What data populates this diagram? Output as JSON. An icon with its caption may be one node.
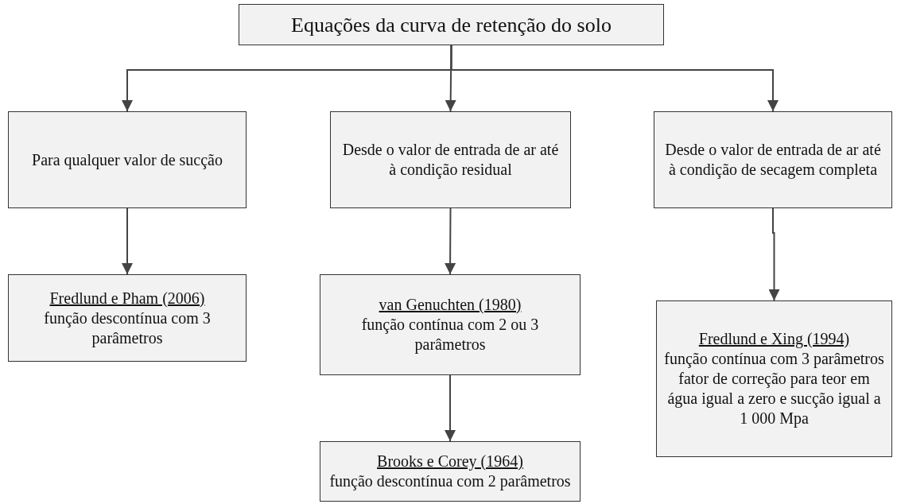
{
  "diagram": {
    "nodes": [
      {
        "text": [
          "Equações da curva de retenção do solo"
        ]
      },
      {
        "text": [
          "Para qualquer valor de sucção"
        ]
      },
      {
        "text": [
          "Desde o valor de entrada de ar até à condição residual"
        ]
      },
      {
        "text": [
          "Desde o valor de entrada de ar até à condição de secagem completa"
        ]
      },
      {
        "text": [
          "Fredlund e Pham (2006)",
          "função descontínua com 3 parâmetros"
        ]
      },
      {
        "text": [
          "van Genuchten (1980)",
          "função contínua com 2 ou 3 parâmetros"
        ]
      },
      {
        "text": [
          "Brooks e Corey (1964)",
          "função descontínua com 2 parâmetros"
        ]
      },
      {
        "text": [
          "Fredlund e Xing (1994)",
          "função contínua com 3 parâmetros",
          "fator de correção para teor em água igual a zero e sucção igual a 1 000 Mpa"
        ]
      }
    ],
    "edges": [
      {
        "from": 0,
        "to": 1,
        "arrow": "to"
      },
      {
        "from": 0,
        "to": 2,
        "arrow": "to"
      },
      {
        "from": 0,
        "to": 3,
        "arrow": "to"
      },
      {
        "from": 1,
        "to": 4,
        "arrow": "to"
      },
      {
        "from": 2,
        "to": 5,
        "arrow": "to"
      },
      {
        "from": 3,
        "to": 7,
        "arrow": "to"
      },
      {
        "from": 5,
        "to": 6,
        "arrow": "to"
      }
    ]
  }
}
